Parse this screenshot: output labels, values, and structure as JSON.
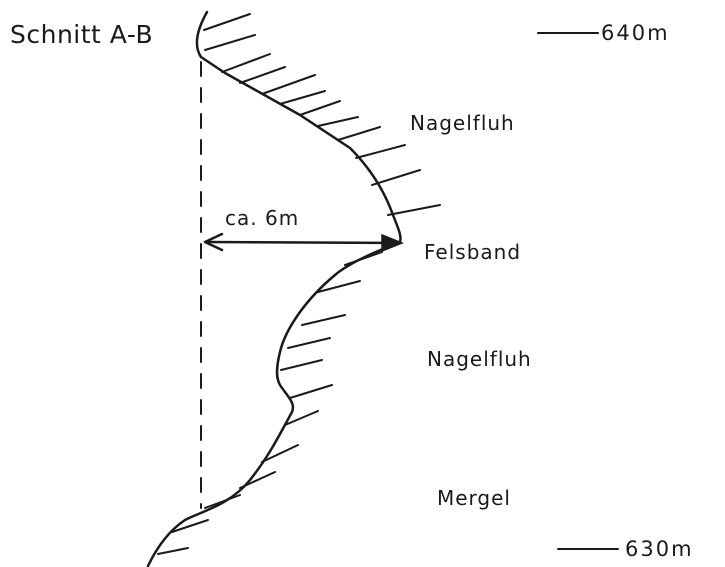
{
  "section": {
    "title": "Schnitt A-B"
  },
  "elevations": {
    "top": "640m",
    "bottom": "630m"
  },
  "layers": {
    "upper": "Nagelfluh",
    "band": "Felsband",
    "middle": "Nagelfluh",
    "lower": "Mergel"
  },
  "measurement": {
    "distance_label": "ca. 6m"
  }
}
